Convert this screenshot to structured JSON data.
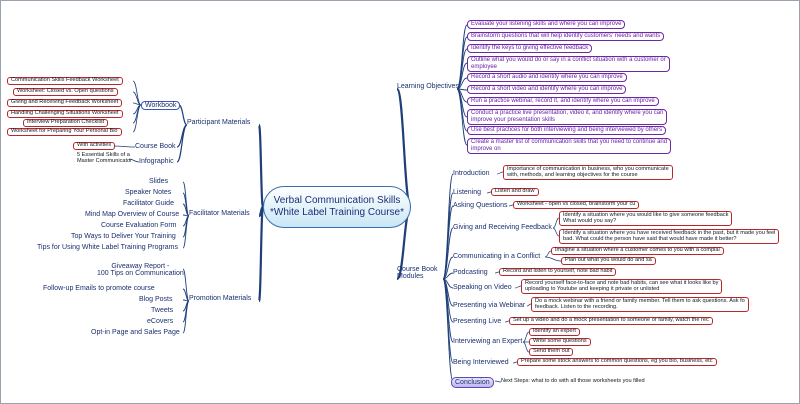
{
  "center": {
    "line1": "Verbal Communication Skills",
    "line2": "*White Label Training Course*"
  },
  "participant": {
    "title": "Participant Materials",
    "workbook": {
      "label": "Workbook",
      "items": [
        "Communication Skills Feedback Worksheet",
        "Worksheet: Closed vs. Open questions",
        "Giving and Receiving Feedback Worksheet",
        "Handling Challenging Situations Worksheet",
        "Interview Preparation Checklist",
        "Worksheet for Preparing Your Personal Bio"
      ]
    },
    "course_book": {
      "label": "Course Book",
      "items": [
        "With activities"
      ]
    },
    "infographic": {
      "label": "Infographic",
      "line1": "5 Essential Skills of a",
      "line2": "Master Communicator"
    }
  },
  "facilitator": {
    "title": "Facilitator Materials",
    "items": [
      "Slides",
      "Speaker Notes",
      "Facilitator Guide",
      "Mind Map Overview of Course",
      "Course Evaluation Form",
      "Top Ways to Deliver Your Training",
      "Tips for Using White Label Training Programs"
    ]
  },
  "promotion": {
    "title": "Promotion Materials",
    "giveaway": {
      "line1": "Giveaway Report -",
      "line2": "100 Tips on Communication"
    },
    "items": [
      "Follow-up Emails to promote course",
      "Blog Posts",
      "Tweets",
      "eCovers",
      "Opt-in Page and Sales Page"
    ]
  },
  "learning": {
    "title": "Learning Objectives",
    "items": [
      [
        "Evaluate your listening skills and where you can improve"
      ],
      [
        "Brainstorm questions that will help identify customers' needs and wants"
      ],
      [
        "Identify the keys to giving effective feedback"
      ],
      [
        "Outline what you would do or say in a conflict situation with a customer or",
        "employee"
      ],
      [
        "Record a short audio and identify where you can improve"
      ],
      [
        "Record a short video and identify where you can improve"
      ],
      [
        "Run a practice webinar, record it, and identify where you can improve"
      ],
      [
        "Conduct a practice live presentation, video it, and identify where you can",
        "improve your presentation skills"
      ],
      [
        "Use best practices for both interviewing and being interviewed by others"
      ],
      [
        "Create a master list of communication skills that you need to continue and",
        "improve on"
      ]
    ]
  },
  "modules": {
    "title_line1": "Course Book",
    "title_line2": "Modules",
    "intro": {
      "label": "Introduction",
      "note1": "Importance of communication in business, who you communicate",
      "note2": "with, methods, and learning objectives for the course"
    },
    "listening": {
      "label": "Listening",
      "note": "Listen and draw"
    },
    "asking": {
      "label": "Asking Questions",
      "note": "Worksheet - open vs closed, brainstorm your cu"
    },
    "feedback": {
      "label": "Giving and Receiving Feedback",
      "n1a": "Identify a situation where you would like to give someone feedback",
      "n1b": "What would you say?",
      "n2a": "Identify a situation where you have received feedback in the past, but it made you feel",
      "n2b": "bad. What could the person have said that would have made it better?"
    },
    "conflict": {
      "label": "Communicating in a Conflict",
      "n1": "Imagine a situation where a customer comes to you with a complai",
      "n2": "Plan out what you would do and sa"
    },
    "podcasting": {
      "label": "Podcasting",
      "note": "Record and listen to yourself, note bad habit"
    },
    "video": {
      "label": "Speaking on Video",
      "n1": "Record yourself face-to-face and note bad habits, can see what it looks like by",
      "n2": "uploading to Youtube and keeping it private or unlisted"
    },
    "webinar": {
      "label": "Presenting via Webinar",
      "n1": "Do a mock webinar with a friend or family member. Tell them to ask questions. Ask fo",
      "n2": "feedback. Listen to the recording."
    },
    "live": {
      "label": "Presenting Live",
      "note": "Set up a video and do a mock presentation to someone or family, watch the rec"
    },
    "expert": {
      "label": "Interviewing an Expert",
      "items": [
        "Identify an expert",
        "Write some questions",
        "Send them out"
      ]
    },
    "interviewed": {
      "label": "Being Interviewed",
      "note": "Prepare some stock answers to common questions, eg you bio, business, etc"
    },
    "conclusion": {
      "label": "Conclusion",
      "note": "Next Steps: what to do with all those worksheets you filled"
    }
  },
  "colors": {
    "center_border": "#3a6db0",
    "branch": "#1f3f7a",
    "learning_text": "#6a1ea6",
    "leaf_box": "#b8272a",
    "conclusion_fill": "#bfb6ee"
  }
}
